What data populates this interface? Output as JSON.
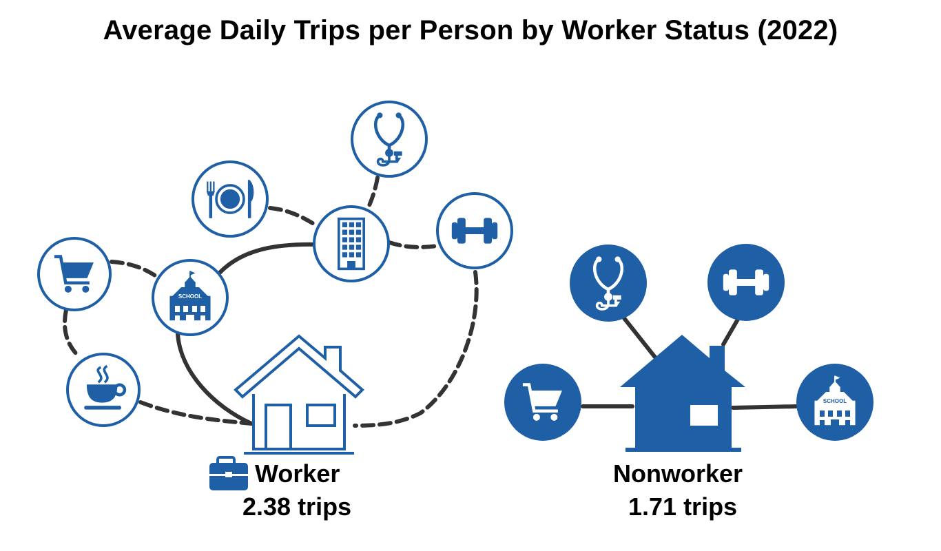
{
  "title": "Average Daily Trips per Person by Worker Status (2022)",
  "colors": {
    "blue": "#1f5fa6",
    "line": "#333333",
    "background": "#ffffff"
  },
  "worker": {
    "label": "Worker",
    "trips": "2.38 trips",
    "badge_icon": "briefcase-icon",
    "icons": [
      "shopping-cart-icon",
      "coffee-cup-icon",
      "school-icon",
      "restaurant-icon",
      "office-building-icon",
      "stethoscope-icon",
      "dumbbell-icon",
      "house-icon"
    ],
    "icon_style": "outline"
  },
  "school_sign": "SCHOOL",
  "nonworker": {
    "label": "Nonworker",
    "trips": "1.71 trips",
    "icons": [
      "stethoscope-icon",
      "dumbbell-icon",
      "shopping-cart-icon",
      "school-icon",
      "house-icon"
    ],
    "icon_style": "filled"
  }
}
